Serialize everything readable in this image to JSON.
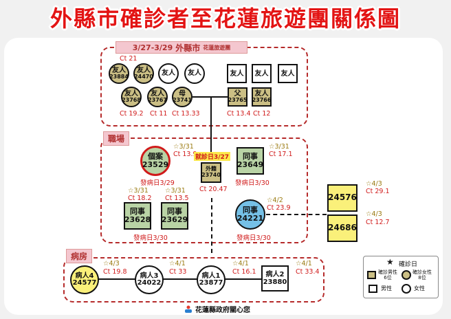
{
  "title": "外縣市確診者至花蓮旅遊團關係圖",
  "footer": "花蓮縣政府關心您",
  "tour": {
    "header_dates": "3/27-3/29",
    "header_main": "外縣市",
    "header_sub": "花蓮旅遊團",
    "ct_top": "Ct 21",
    "friend": "友人",
    "father": "父",
    "mother": "母",
    "ids": {
      "a": "23884",
      "b": "24470",
      "c": "23768",
      "d": "23767",
      "e": "23741",
      "f": "23765",
      "g": "23766"
    },
    "ct": {
      "c": "Ct 19.2",
      "d": "Ct 11",
      "e": "Ct 13.33",
      "f": "Ct 13.4",
      "g": "Ct 12"
    }
  },
  "work": {
    "header": "職場",
    "index_label": "個案",
    "index_id": "23529",
    "index_diag": "☆3/31",
    "index_ct": "Ct 13.9",
    "index_onset": "發病日3/29",
    "visit_label": "就診日3/27",
    "outsider_label": "外籍",
    "outsider_id": "23740",
    "outsider_ct": "Ct 20.47",
    "coworker": "同事",
    "c1_id": "23649",
    "c1_diag": "☆3/31",
    "c1_ct": "Ct 17.1",
    "c1_onset": "發病日3/30",
    "c2_id": "23628",
    "c2_diag": "☆3/31",
    "c2_ct": "Ct 18.2",
    "c3_id": "23629",
    "c3_diag": "☆3/31",
    "c3_ct": "Ct 13.5",
    "pair_onset": "發病日3/30",
    "c4_id": "24221",
    "c4_diag": "☆4/2",
    "c4_ct": "Ct 23.9",
    "c4_onset": "發病日3/30"
  },
  "side": {
    "s1_id": "24576",
    "s1_diag": "☆4/3",
    "s1_ct": "Ct 29.1",
    "s2_id": "24686",
    "s2_diag": "☆4/3",
    "s2_ct": "Ct 12.7"
  },
  "ward": {
    "header": "病房",
    "p4_label": "病人4",
    "p4_id": "24577",
    "p4_diag": "☆4/3",
    "p4_ct": "Ct 19.8",
    "p3_label": "病人3",
    "p3_id": "24022",
    "p3_diag": "☆4/1",
    "p3_ct": "Ct 33",
    "p1_label": "病人1",
    "p1_id": "23877",
    "p1_diag": "☆4/1",
    "p1_ct": "Ct 16.1",
    "p2_label": "病人2",
    "p2_id": "23880",
    "p2_diag": "☆4/1",
    "p2_ct": "Ct 33.4"
  },
  "legend": {
    "star_label": "確診日",
    "male_confirmed": "確診男性",
    "male_count": "6位",
    "female_confirmed": "確診女性",
    "female_count": "8位",
    "male": "男性",
    "female": "女性"
  }
}
